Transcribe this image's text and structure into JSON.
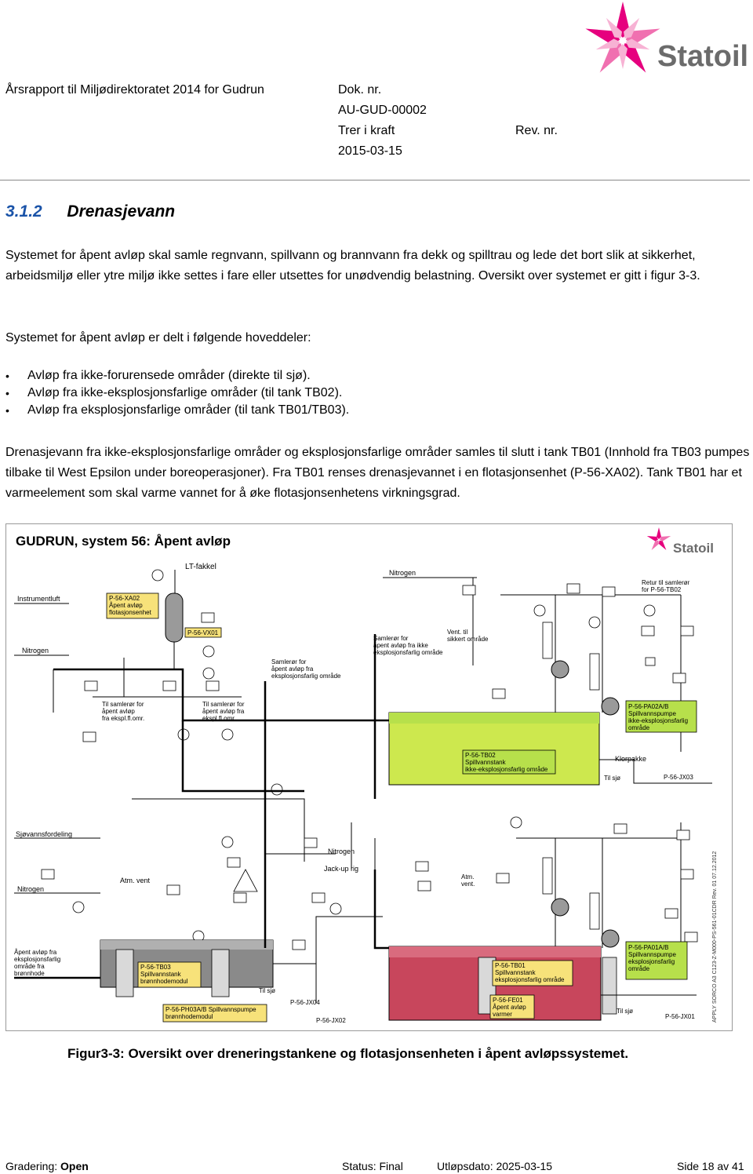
{
  "header": {
    "report_title": "Årsrapport til Miljødirektoratet 2014 for Gudrun",
    "doc_label": "Dok. nr.",
    "doc_number": "AU-GUD-00002",
    "status_label": "Trer i kraft",
    "rev_label": "Rev. nr.",
    "date": "2015-03-15",
    "logo_text": "Statoil",
    "brand_color": "#e6007e",
    "logo_text_color": "#6b6b6b"
  },
  "section": {
    "number": "3.1.2",
    "title": "Drenasjevann"
  },
  "body": {
    "paragraph1": "Systemet for åpent avløp skal samle regnvann, spillvann og brannvann fra dekk og spilltrau og lede det bort slik at sikkerhet, arbeidsmiljø eller ytre miljø ikke settes i fare eller utsettes for unødvendig belastning. Oversikt over systemet er gitt i figur 3-3.",
    "paragraph2": "Systemet for åpent avløp er delt i følgende hoveddeler:",
    "bullets": [
      "Avløp fra ikke-forurensede områder (direkte til sjø).",
      "Avløp fra ikke-eksplosjonsfarlige områder (til tank TB02).",
      "Avløp fra eksplosjonsfarlige områder (til tank TB01/TB03)."
    ],
    "paragraph3": "Drenasjevann fra ikke-eksplosjonsfarlige områder og eksplosjonsfarlige områder samles til slutt i tank TB01 (Innhold fra TB03 pumpes tilbake til West Epsilon under boreoperasjoner). Fra TB01 renses drenasjevannet i en flotasjonsenhet (P-56-XA02). Tank TB01 har et varmeelement som skal varme vannet for å øke flotasjonsenhetens virkningsgrad."
  },
  "figure": {
    "title": "GUDRUN, system 56: Åpent avløp",
    "logo_text": "Statoil",
    "labels": {
      "instrumentluft": "Instrumentluft",
      "nitrogen_left": "Nitrogen",
      "lt_fakkel": "LT-fakkel",
      "xa02": "P-56-XA02",
      "xa02_desc1": "Åpent avløp",
      "xa02_desc2": "flotasjonsenhet",
      "vx01": "P-56-VX01",
      "nitrogen_top": "Nitrogen",
      "retur": "Retur til samlerør",
      "retur2": "for P-56-TB02",
      "samler_ikke1": "Samlerør for",
      "samler_ikke2": "åpent avløp fra ikke",
      "samler_ikke3": "eksplosjonsfarlig område",
      "vent": "Vent. til",
      "vent2": "sikkert område",
      "samler_eks1": "Samlerør for",
      "samler_eks2": "åpent avløp fra",
      "samler_eks3": "eksplosjonsfarlig område",
      "til_samler_a1": "Til samlerør for",
      "til_samler_a2": "åpent avløp",
      "til_samler_a3": "fra ekspl.fl.omr.",
      "til_samler_b1": "Til samlerør for",
      "til_samler_b2": "åpent avløp fra",
      "til_samler_b3": "ekspl.fl.omr.",
      "pa02": "P-56-PA02A/B",
      "pa02_d1": "Spillvannspumpe",
      "pa02_d2": "ikke-eksplosjonsfarlig",
      "pa02_d3": "område",
      "tb02": "P-56-TB02",
      "tb02_d1": "Spillvannstank",
      "tb02_d2": "ikke-eksplosjonsfarlig område",
      "klorpakke": "Klorpakke",
      "til_sjo_1": "Til sjø",
      "jx03": "P-56-JX03",
      "sjovann": "Sjøvannsfordeling",
      "atm_vent_left": "Atm. vent",
      "nitrogen_mid": "Nitrogen",
      "jackup": "Jack-up rig",
      "atm_vent_right1": "Atm.",
      "atm_vent_right2": "vent.",
      "nitrogen_low": "Nitrogen",
      "apent_bronn1": "Åpent avløp fra",
      "apent_bronn2": "eksplosjonsfarlig",
      "apent_bronn3": "område fra",
      "apent_bronn4": "brønnhode",
      "tb03": "P-56-TB03",
      "tb03_d1": "Spillvannstank",
      "tb03_d2": "brønnhodemodul",
      "ph03": "P-56-PH03A/B Spillvannspumpe",
      "ph03_d": "brønnhodemodul",
      "til_sjo_2": "Til sjø",
      "jx04": "P-56-JX04",
      "jx02": "P-56-JX02",
      "tb01": "P-56-TB01",
      "tb01_d1": "Spillvannstank",
      "tb01_d2": "eksplosjonsfarlig område",
      "fe01": "P-56-FE01",
      "fe01_d1": "Åpent avløp",
      "fe01_d2": "varmer",
      "pa01": "P-56-PA01A/B",
      "pa01_d1": "Spillvannspumpe",
      "pa01_d2": "eksplosjonsfarlig",
      "pa01_d3": "område",
      "til_sjo_3": "Til sjø",
      "jx01": "P-56-JX01",
      "drawing_no": "APPLY SORCO  A3  C123-Z-M000-PS-561-01CDR  Rev. 01  07.12.2012"
    },
    "colors": {
      "tb02_fill": "#cde84e",
      "tb01_fill": "#c8465c",
      "tb03_fill": "#8a8a8a",
      "label_fill": "#f7e27a",
      "vessel_fill": "#9a9a9a",
      "green_box": "#b7e04b",
      "wall_fill": "#d9d9d9"
    }
  },
  "caption": "Figur3-3: Oversikt over dreneringstankene og flotasjonsenheten i åpent avløpssystemet.",
  "footer": {
    "gradering_label": "Gradering:",
    "gradering_value": "Open",
    "status_label": "Status:",
    "status_value": "Final",
    "utlop_label": "Utløpsdato:",
    "utlop_value": "2025-03-15",
    "side_label": "Side 18 av 41"
  }
}
